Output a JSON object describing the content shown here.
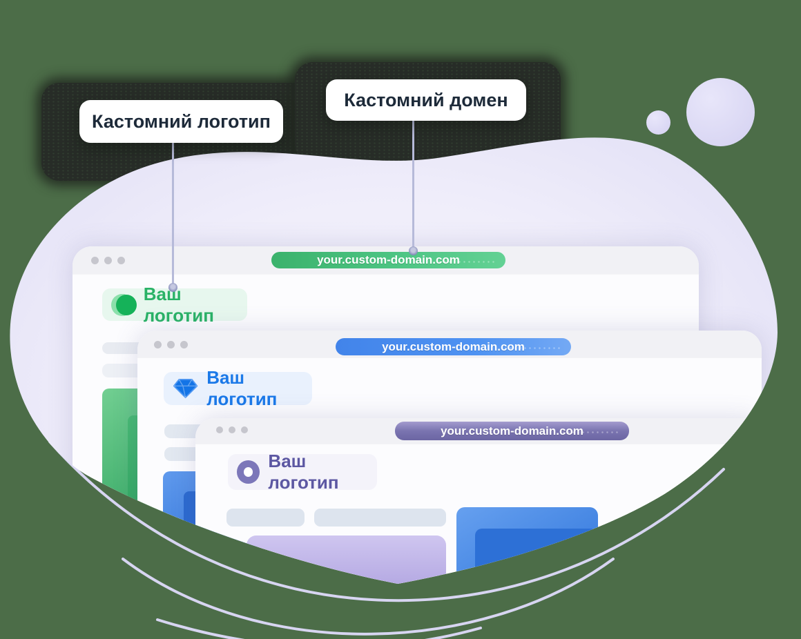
{
  "callouts": {
    "logo": {
      "text": "Кастомний логотип"
    },
    "domain": {
      "text": "Кастомний домен"
    }
  },
  "browser_windows": [
    {
      "name": "green-window",
      "domain_url": "your.custom-domain.com",
      "logo_label": "Ваш логотип",
      "accent_color": "#2fae69",
      "logo_icon": "circle-icon"
    },
    {
      "name": "blue-window",
      "domain_url": "your.custom-domain.com",
      "logo_label": "Ваш логотип",
      "accent_color": "#1f7ae8",
      "logo_icon": "diamond-icon"
    },
    {
      "name": "purple-window",
      "domain_url": "your.custom-domain.com",
      "logo_label": "Ваш логотип",
      "accent_color": "#6f69a7",
      "logo_icon": "donut-icon"
    }
  ],
  "colors": {
    "background_green": "#4c6d48",
    "dark_patch": "#272c27",
    "blob_lavender": "#d6d4f2",
    "green_pill": "#4ec584",
    "blue_pill": "#4f93f2",
    "purple_pill": "#7a74b0",
    "connector_line": "#b6bad9"
  }
}
